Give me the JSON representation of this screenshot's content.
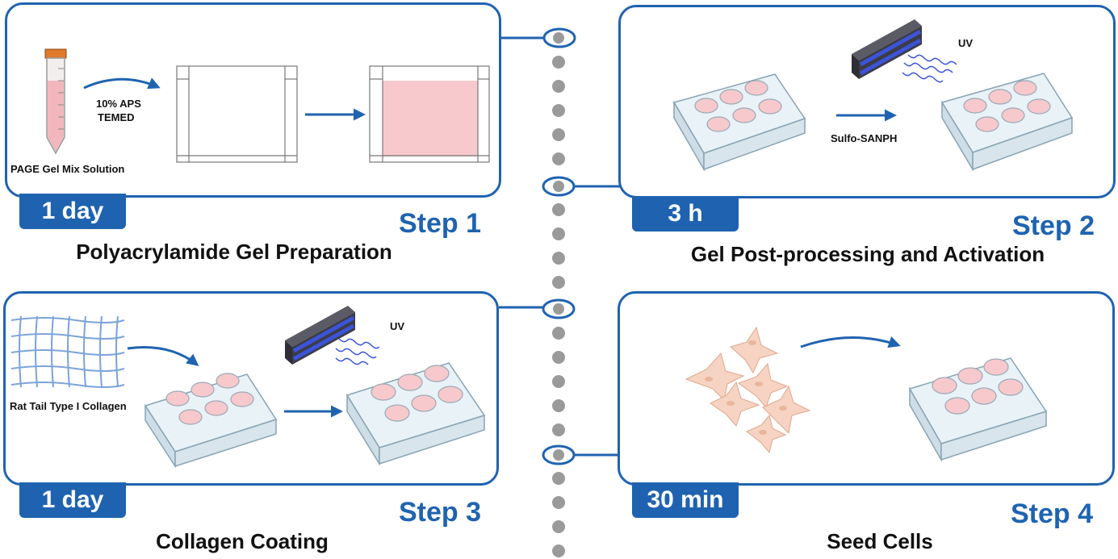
{
  "steps": [
    {
      "duration": "1 day",
      "step": "Step 1",
      "title": "Polyacrylamide Gel Preparation"
    },
    {
      "duration": "3 h",
      "step": "Step 2",
      "title": "Gel Post-processing and Activation"
    },
    {
      "duration": "1 day",
      "step": "Step 3",
      "title": "Collagen Coating"
    },
    {
      "duration": "30 min",
      "step": "Step 4",
      "title": "Seed Cells"
    }
  ],
  "labels": {
    "reagents_line1": "10% APS",
    "reagents_line2": "TEMED",
    "tube": "PAGE Gel Mix Solution",
    "uv": "UV",
    "sulfo": "Sulfo-SANPH",
    "collagen": "Rat Tail Type I Collagen"
  },
  "colors": {
    "accent": "#1f63b0",
    "gel": "#f7c9cc",
    "timeline_dot": "#9a9a9a"
  }
}
